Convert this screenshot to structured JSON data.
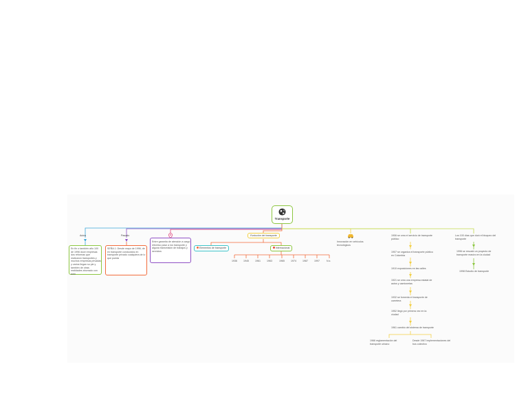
{
  "root": {
    "title": "Transporte"
  },
  "branches": {
    "autos": {
      "label": "Autos",
      "text": "En fin o también año 100 de 1996 doce empresas dos reformas que realizaron transportes y muchos empresas privadas y varios llegan su pie y también de otras realidades ahorrado con auto"
    },
    "pasado": {
      "label": "Pasado",
      "text": "SEÑA 1: Desde mayo de 1996, de en transporte conducidos en transporte privado cualquiera de lo que pueda"
    },
    "purple": {
      "text": "Entre garantía de atención a cargo eléctrico pasó a los transporte y alguna transmisión de trabajos y servicios"
    },
    "center": {
      "label": "Evolución del transporte",
      "left": "Elementos de transporte",
      "right": "Internacional",
      "years": [
        "1936",
        "1945",
        "1961",
        "1963",
        "1965",
        "1974",
        "1987",
        "1997",
        "N.s"
      ]
    },
    "car": {
      "text": "Innovación en vehículos tecnológicos"
    },
    "timeline": {
      "items": [
        "1906 se crea el servicio de transporte público",
        "1907 se organiza el transporte público en Colombia",
        "1910 exposiciones en las calles",
        "1921 se crea una empresa estatal de autos y camionetas",
        "1932 se fomenta el transporte de carretera",
        "1952 llegó por primera vez en la ciudad",
        "1961 cambio del sistema de transporte"
      ],
      "leaf_left": "1966 reglamentación del transporte urbano",
      "leaf_right": "Desde 1967 implementaciones del bus colectivo"
    },
    "last": {
      "items": [
        "Los 100 días que duró el bloqueo del transporte",
        "1996 se rescató un proyecto de transporte masivo en la ciudad",
        "1998 Estudio de transporte"
      ]
    }
  },
  "colors": {
    "green": "#8cc63f",
    "blue": "#3aa7d9",
    "orange": "#f26b3a",
    "purple": "#8e4fc4",
    "yellow": "#f2cf45",
    "teal": "#3cc3c8",
    "pink": "#e0457b",
    "red": "#e84d3d"
  }
}
